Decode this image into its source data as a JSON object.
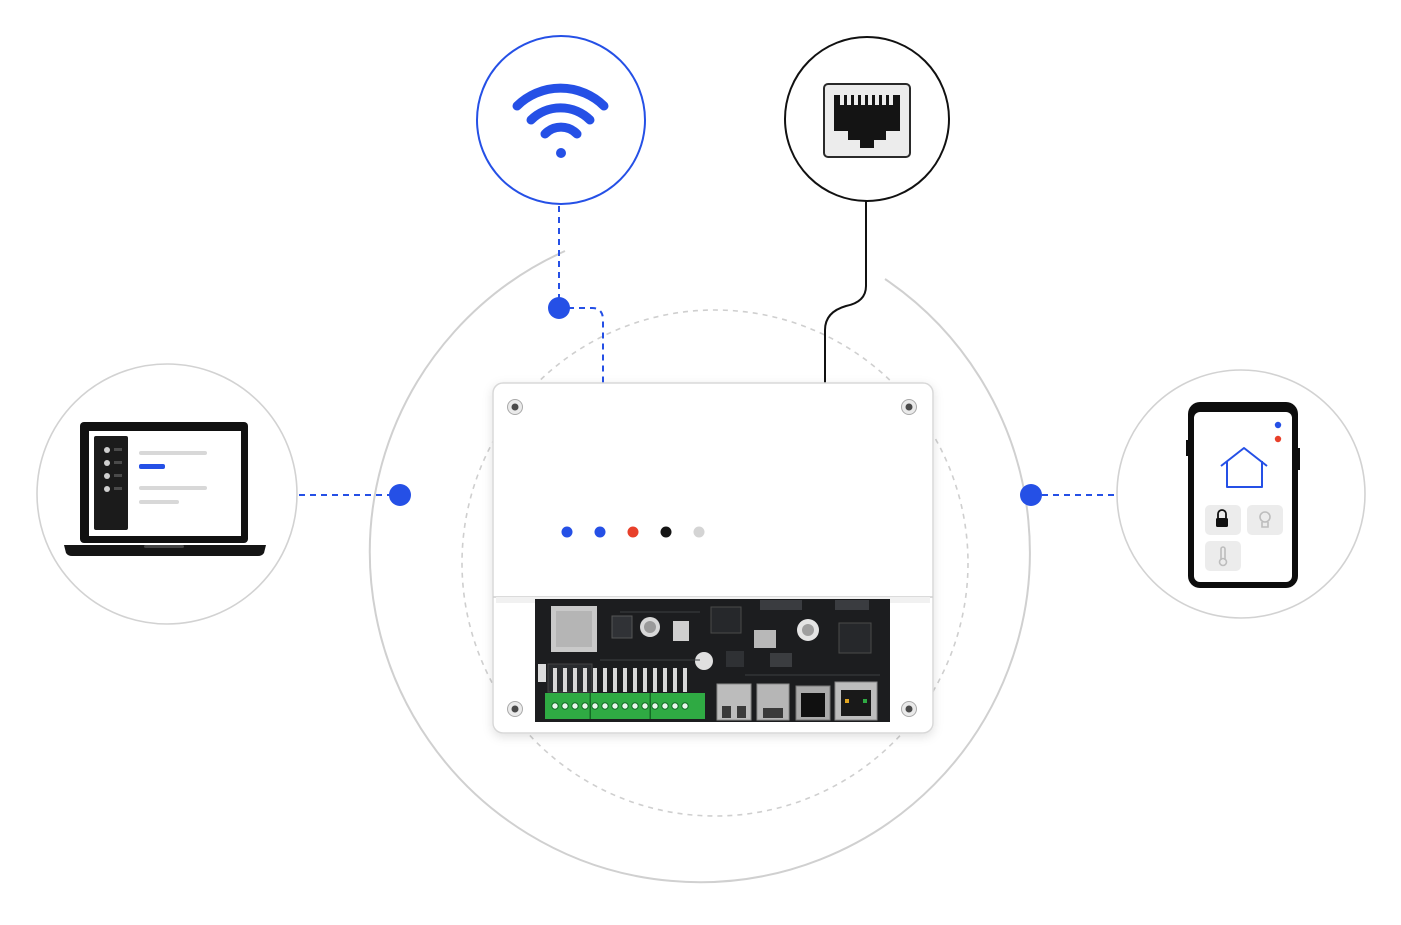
{
  "colors": {
    "accent_blue": "#2550e6",
    "led_red": "#e8402a",
    "ink": "#111111",
    "ring_gray": "#d0d0d0",
    "ring_dashed": "#cfcfcf",
    "pcb": "#1c1d1f",
    "terminal_green": "#2faa43",
    "enclosure": "#ffffff"
  },
  "nodes": {
    "wifi": {
      "icon": "wifi-icon",
      "link": "dashed",
      "color": "#2550e6"
    },
    "ethernet": {
      "icon": "ethernet-port-icon",
      "link": "solid",
      "color": "#111111"
    },
    "laptop": {
      "icon": "laptop-icon",
      "link": "dashed",
      "color": "#2550e6"
    },
    "phone": {
      "icon": "smartphone-icon",
      "link": "dashed",
      "color": "#2550e6"
    }
  },
  "controller": {
    "icon": "controller-device-icon",
    "status_leds": [
      "#2550e6",
      "#2550e6",
      "#e8402a",
      "#151515",
      "#d4d4d4"
    ],
    "terminal_blocks": [
      4,
      6,
      4
    ]
  },
  "phone_app": {
    "tiles": [
      "home-icon",
      "lock-icon",
      "lightbulb-icon",
      "thermometer-icon"
    ],
    "indicator_colors": [
      "#2550e6",
      "#e8402a"
    ]
  }
}
